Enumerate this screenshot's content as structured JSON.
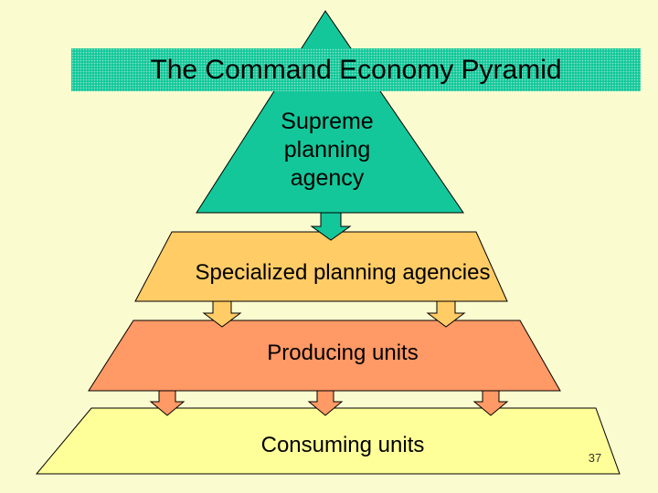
{
  "slide": {
    "title": "The Command Economy Pyramid",
    "page_number": "37"
  },
  "pyramid": {
    "levels": [
      {
        "label": "Supreme\nplanning\nagency",
        "color": "#14c79a"
      },
      {
        "label": "Specialized planning agencies",
        "color": "#ffcc66"
      },
      {
        "label": "Producing units",
        "color": "#ff9966"
      },
      {
        "label": "Consuming units",
        "color": "#ffff99"
      }
    ]
  },
  "colors": {
    "background": "#fbfbd0",
    "title_bar": "#10c89a",
    "apex": "#14c79a",
    "specialized": "#ffcc66",
    "producing": "#ff9966",
    "consuming": "#ffff99",
    "arrow_green": "#14c79a",
    "arrow_orange": "#ffcc66",
    "arrow_salmon": "#ff9966"
  }
}
